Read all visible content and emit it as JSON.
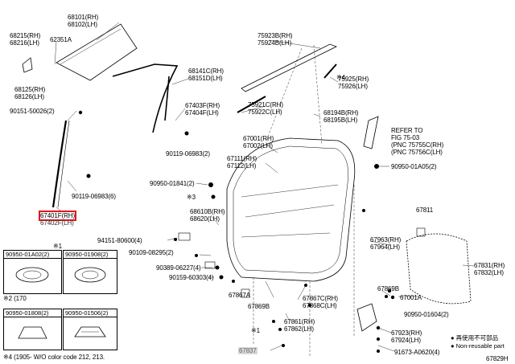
{
  "labels": {
    "glass": [
      "68101(RH)",
      "68102(LH)"
    ],
    "cover": [
      "68215(RH)",
      "68216(LH)"
    ],
    "clip_62351": "62351A",
    "run_68125": [
      "68125(RH)",
      "68126(LH)"
    ],
    "b_90151": "90151-50026(2)",
    "b_90119_top": "90119-06983(6)",
    "selected_part": "67401F(RH)",
    "selected_part_lh": "67402F(LH)",
    "run_68141": [
      "68141C(RH)",
      "68151D(LH)"
    ],
    "b_67403": [
      "67403F(RH)",
      "67404F(LH)"
    ],
    "b_90119_mid": "90119-06983(2)",
    "mold_75923": [
      "75923B(RH)",
      "75924B(LH)"
    ],
    "mold_75925": [
      "75925(RH)",
      "75926(LH)"
    ],
    "mold_75921": [
      "75921C(RH)",
      "75922C(LH)"
    ],
    "b_68194": [
      "68194B(RH)",
      "68195B(LH)"
    ],
    "refer": [
      "REFER TO",
      "FIG 75-03",
      "(PNC 75755C(RH)",
      "(PNC 75756C(LH)"
    ],
    "door_67001": [
      "67001(RH)",
      "67002(LH)"
    ],
    "door_67111": [
      "67111(RH)",
      "67112(LH)"
    ],
    "b_90950_01a05": "90950-01A05(2)",
    "b_90950_01841": "90950-01841(2)",
    "mark_3": "※3",
    "b_68610": [
      "68610B(RH)",
      "68620(LH)"
    ],
    "b_94151": "94151-80600(4)",
    "b_90109": "90109-08295(2)",
    "b_90389": "90389-06227(4)",
    "b_90159": "90159-60303(4)",
    "b_67867a": "67867A",
    "b_67869b_l": "67869B",
    "b_67867c": [
      "67867C(RH)",
      "67868C(LH)"
    ],
    "b_67861": [
      "67861(RH)",
      "67862(LH)"
    ],
    "mark_1": "※1",
    "b_67837": "67837",
    "b_67811": "67811",
    "b_67963": [
      "67963(RH)",
      "67964(LH)"
    ],
    "b_67869b_r": "67869B",
    "b_67001a": "67001A",
    "b_90950_01604": "90950-01604(2)",
    "b_67831": [
      "67831(RH)",
      "67832(LH)"
    ],
    "b_67923": [
      "67923(RH)",
      "67924(LH)"
    ],
    "b_91673": "91673-A0620(4)",
    "mark_4": "※4"
  },
  "boxes": {
    "mark": "※1",
    "b1": "90950-01A02(2)",
    "b2": "90950-01908(2)",
    "b3": "90950-01808(2)",
    "b4": "90950-01506(2)"
  },
  "notes": {
    "partial1": "※2 (170",
    "note_bottom": "※4 (1905-        W/O color code 212, 213.",
    "legend1": "● 再使用不可部品",
    "legend2": "● Non-reusable part",
    "fig_code": "67829H"
  }
}
